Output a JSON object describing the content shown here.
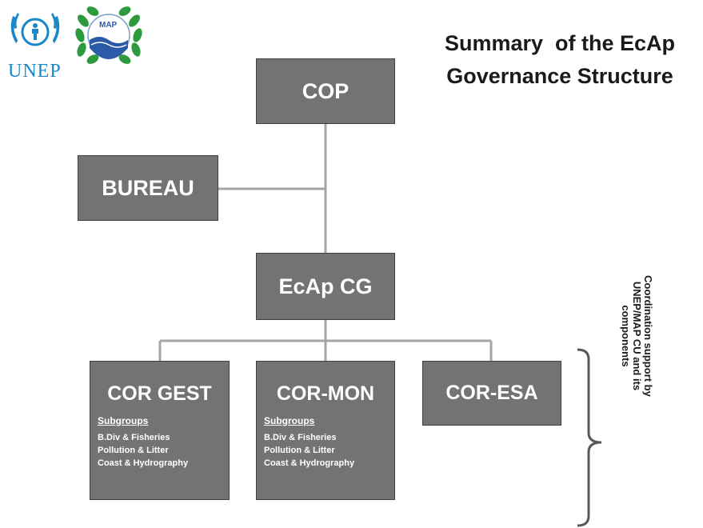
{
  "logos": {
    "unep_text": "UNEP",
    "map_text": "MAP"
  },
  "title": {
    "line1": "Summary  of the EcAp",
    "line2": "Governance Structure"
  },
  "nodes": {
    "cop": "COP",
    "bureau": "BUREAU",
    "ecap_cg": "EcAp CG",
    "cor_gest": {
      "title": "COR GEST",
      "subgroups_label": "Subgroups",
      "items": [
        "B.Div & Fisheries",
        "Pollution & Litter",
        "Coast & Hydrography"
      ]
    },
    "cor_mon": {
      "title": "COR-MON",
      "subgroups_label": "Subgroups",
      "items": [
        "B.Div & Fisheries",
        "Pollution & Litter",
        "Coast & Hydrography"
      ]
    },
    "cor_esa": "COR-ESA"
  },
  "side_note": {
    "line1": "Coordination support by",
    "line2": "UNEP/MAP CU and its",
    "line3": "components"
  },
  "colors": {
    "box_fill": "#737373",
    "box_border": "#404040",
    "connector": "#a6a6a6",
    "unep_blue": "#1a87c9",
    "laurel_green": "#2e9a3e"
  }
}
